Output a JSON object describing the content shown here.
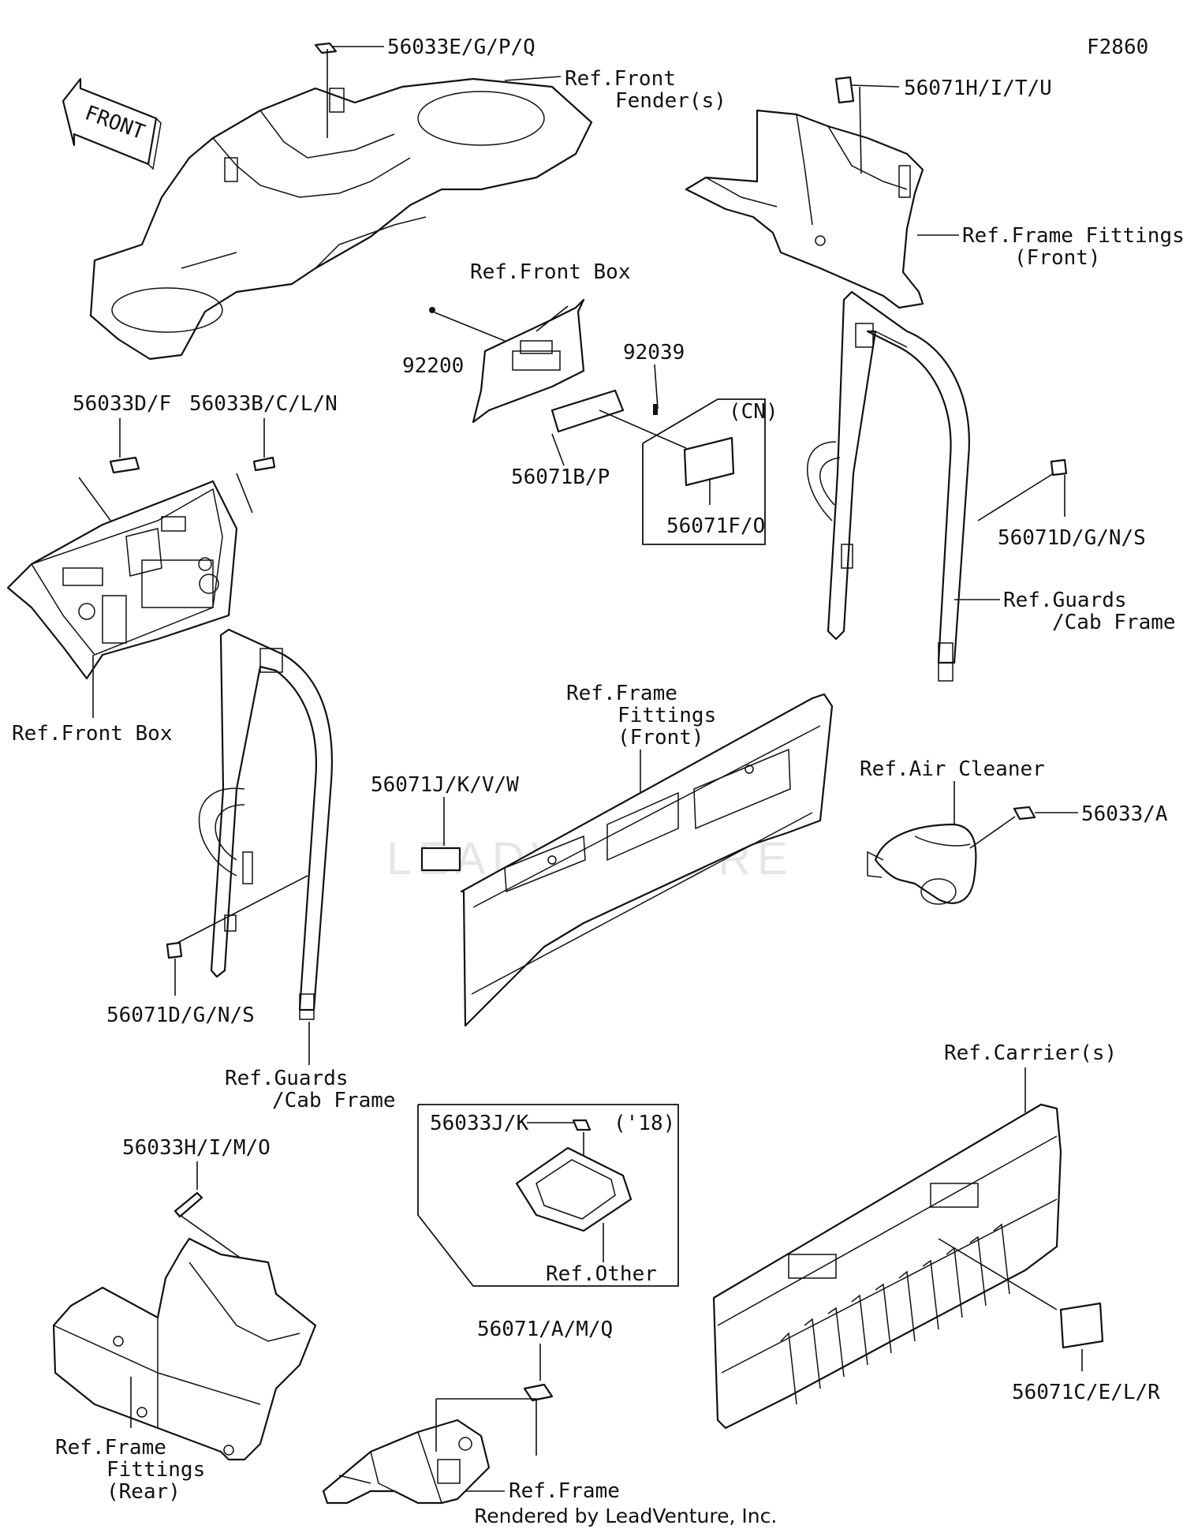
{
  "figure_code": "F2860",
  "front_arrow_text": "FRONT",
  "watermark": "LEADVENTURE",
  "footer": "Rendered by LeadVenture, Inc.",
  "labels": {
    "p56033EGPQ": "56033E/G/P/Q",
    "ref_front_fender_1": "Ref.Front",
    "ref_front_fender_2": "Fender(s)",
    "p56071HITU": "56071H/I/T/U",
    "ref_frame_fittings_front_tr_1": "Ref.Frame Fittings",
    "ref_frame_fittings_front_tr_2": "(Front)",
    "ref_front_box_top": "Ref.Front Box",
    "p92200": "92200",
    "p92039": "92039",
    "cn_tag": "(CN)",
    "p56071BP": "56071B/P",
    "p56071FO": "56071F/O",
    "p56033DF": "56033D/F",
    "p56033BCLN": "56033B/C/L/N",
    "ref_front_box_left": "Ref.Front Box",
    "p56071DGNS_right": "56071D/G/N/S",
    "ref_guards_right_1": "Ref.Guards",
    "ref_guards_right_2": "/Cab Frame",
    "ref_frame_fittings_mid_1": "Ref.Frame",
    "ref_frame_fittings_mid_2": "Fittings",
    "ref_frame_fittings_mid_3": "(Front)",
    "p56071JKVW": "56071J/K/V/W",
    "ref_air_cleaner": "Ref.Air Cleaner",
    "p56033A": "56033/A",
    "p56071DGNS_left": "56071D/G/N/S",
    "ref_guards_left_1": "Ref.Guards",
    "ref_guards_left_2": "/Cab Frame",
    "ref_carriers": "Ref.Carrier(s)",
    "p56033JK": "56033J/K",
    "year_tag": "('18)",
    "ref_other": "Ref.Other",
    "p56033HIMO": "56033H/I/M/O",
    "p56071AMQ": "56071/A/M/Q",
    "p56071CELR": "56071C/E/L/R",
    "ref_frame_fittings_rear_1": "Ref.Frame",
    "ref_frame_fittings_rear_2": "Fittings",
    "ref_frame_fittings_rear_3": "(Rear)",
    "ref_frame": "Ref.Frame"
  }
}
